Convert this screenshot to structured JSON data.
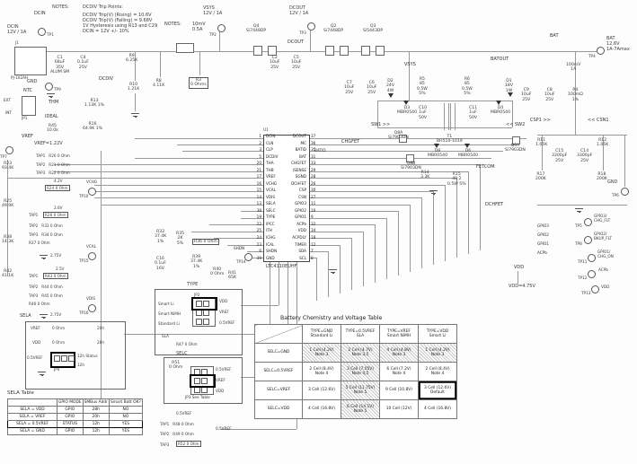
{
  "notes": {
    "heading": "NOTES:",
    "sub": "DCDIV Trip Points:",
    "lines": [
      "DCDIV Trip(V) (Rising) = 10.6V",
      "DCDIV Trip(V) (Falling) = 9.68V",
      "1V Hysteresis using R13 and C29",
      "DCIN = 12V +/- 10%"
    ],
    "heading2": "NOTES:",
    "lines2": [
      "10mV",
      "0.5A"
    ]
  },
  "nets": {
    "dcin": "DCIN",
    "dcdiv": "DCDIV",
    "dcout": "DCOUT",
    "vsys": "VSYS",
    "batout": "BATOUT",
    "bat": "BAT",
    "ntc": "NTC",
    "ext": "EXT",
    "int": "INT",
    "jp1": "JP1",
    "thm": "THM",
    "ideal": "IDEAL",
    "vref": "VREF",
    "vref_val": "VREF=1.22V",
    "sw1": "SW1 >>",
    "sw2": "<< SW2",
    "chgfet": "CHGFET",
    "dchfet": "DCHFET",
    "fetcom": "FETCOM",
    "batid": "BATID",
    "csp1": "CSP1 >>",
    "csn1": "<< CSN1",
    "gpio3": "GPIO3",
    "gpio2": "GPIO2",
    "gpio1": "GPIO1",
    "acpb": "ACPb",
    "vdd": "VDD",
    "vdd_val": "VDD=4.75V",
    "halfvref": "0.5VREF",
    "gnd": "GND",
    "sela": "SELA",
    "shdn": "SHDN"
  },
  "tps": {
    "tp1": "TP1",
    "tp2": "TP2",
    "tp3": "TP3",
    "tp4": "TP4",
    "tp5": "TP5",
    "tp6": "TP6",
    "tp7": "TP7",
    "tp8": "TP8",
    "tp9": "TP9",
    "tp10": "TP10",
    "tp11": "TP11",
    "tp12": "TP12",
    "tp13": "TP13",
    "tp14": "TP14",
    "tp15": "TP15",
    "tp16": "TP16"
  },
  "tp_labels": {
    "dcin": "DCIN\n12V / 1A",
    "vsys": "VSYS\n12V / 1A",
    "dcout": "DCOUT\n12V / 1A",
    "bat": "BAT\n12.6V\n1A-7Amax",
    "gnd_in": "GND",
    "gnd_out": "GND",
    "gpio3": "GPIO3/\nCHG_FLT",
    "gpio2": "GPIO2/\nBKUP_FLT",
    "gpio1": "GPIO1/\nCHG_ON",
    "acpb": "ACPb",
    "vdd": "VDD",
    "vchg": "VCHG",
    "vcal": "VCAL",
    "vdis": "VDIS"
  },
  "parts": {
    "j1": "J1",
    "j1_part": "PJ-102AH",
    "c1": "C1\n68uF\n35V\nALUM SM",
    "c4": "C4\n0.1uF\n25V",
    "r9": "R9\n6.25K",
    "r10": "R10\n1.21K",
    "r8": "R8\n4.11K",
    "r3": "R3\n0 Ohms",
    "q4": "Q4\nSi7448DP",
    "q2": "Q2\nSi7448DP",
    "q3": "Q3\nSi5443DP",
    "c2": "C2\n10uF\n25V",
    "c5": "C5\n10uF\n25V",
    "c7": "C7\n10uF\n25V",
    "c6": "C6\n10uF\n25V",
    "d2": "D2\n24V\n4W",
    "r5": "R5\n85\n0.5W\n5%",
    "r6": "R6\n85\n0.5W\n5%",
    "d3": "D3\nMBR0540",
    "c10": "C10\n1uF\n50V",
    "t1": "T1\nBH510-1019",
    "c11": "C11\n1uF\n50V",
    "d4": "D4\nMBR0540",
    "d1": "D1\n18V\n1W",
    "c9": "C9\n10uF\n25V",
    "c8": "C8\n10uF\n25V",
    "sense_note": "100mV\n1A",
    "r4": "R4\n100mΩ\n1%",
    "q8a": "Q8A\nSi7903DN",
    "q8b": "Q8B\nSi7903DN",
    "q9a": "Q9A\nSi7903DN",
    "d8": "D8\nMBR0540",
    "d6": "D6\nMBR0540",
    "r14c": "R14\n3.3K",
    "r15": "R15\n40.2\n0.5W 5%",
    "r11": "R11\n1.05K",
    "r12": "R12\n1.05K",
    "c15": "C15\n3300pF\n25V",
    "c14": "C14\n3300pF\n25V",
    "r17": "R17\n200K",
    "r18": "R18\n200K",
    "r13": "R13\n1.13K 1%",
    "r16": "R16\n64.9K 1%",
    "r45n": "R45\n10.0k",
    "r23": "R23\n93.4K",
    "r25": "R25\n49.9K",
    "r38": "R38\n14.3K",
    "r42": "R42\n41.1K",
    "r32": "R32\n37.4K\n1%",
    "r35": "R35\n2K\n5%",
    "c16": "C16\n0.1uF\n16V",
    "r36": "R36 0 Ohm",
    "r39": "R39\n37.4K\n1%",
    "r40": "R40\n0 Ohm",
    "r41": "R41\n65K"
  },
  "ladders": {
    "vchg": {
      "rows": [
        "TAP1   R20 0 Ohm",
        "TAP2   R21 0 Ohm",
        "TAP3   R22 0 Ohm"
      ],
      "box_label": "4.2V",
      "box": "R24 0 Ohm"
    },
    "vcal": {
      "box_label": "2.6V",
      "box": "R26 0 Ohm",
      "tap": "TAP1",
      "rows": [
        "TAP2   R33 0 Ohm",
        "TAP3   R34 0 Ohm",
        "R37 0 Ohm"
      ],
      "gnd": "2.75V"
    },
    "vdis": {
      "box_label": "2.5V",
      "box": "R43 0 Ohm",
      "tap": "TAP1",
      "rows": [
        "TAP2   R44 0 Ohm",
        "TAP3   R45 0 Ohm",
        "R46 0 Ohm"
      ],
      "gnd": "2.75V"
    },
    "half": {
      "title": "0.5VREF",
      "rows": [
        "TAP1   R48 0 Ohm",
        "TAP2   R49 0 Ohm"
      ],
      "tap": "TAP3",
      "box": "R52 0 Ohm",
      "net": "0.5VREF"
    }
  },
  "jumper_sela": {
    "caption": "SELA",
    "row1_l": "VREF",
    "row1_m": "0 Ohm",
    "row1_r": "20h",
    "row2_l": "VDD",
    "row2_m": "0 Ohm",
    "row2_r": "28h",
    "sel_l": "0.5VREF",
    "jp": "JP4",
    "sel_r1": "12h Status",
    "sel_r2": "12h"
  },
  "jumper_type": {
    "caption": "TYPE",
    "jp": "JP2",
    "left": [
      "Smart Li",
      "Smart NiMH",
      "Standard Li"
    ],
    "sla": "SLA",
    "r47": "R47 0 Ohm",
    "right": [
      "VDD",
      "VREF",
      "0.5VREF"
    ]
  },
  "jumper_selc": {
    "caption": "SELC",
    "jp": "JP3",
    "r51": "R51\n0 Ohm",
    "right": [
      "0.5VREF",
      "VREF",
      "VDD"
    ],
    "note": "JP3   See Table"
  },
  "sela_table": {
    "caption": "SELA Table",
    "headers": [
      "",
      "GPIO MODE",
      "SMBus Addr",
      "Smart Batt OK?"
    ],
    "rows": [
      {
        "c": [
          "SELA = VDD",
          "GPIO",
          "28h",
          "NO"
        ],
        "bold": false
      },
      {
        "c": [
          "SELA = VREF",
          "GPIO",
          "20h",
          "NO"
        ],
        "bold": false
      },
      {
        "c": [
          "SELA = 0.5VREF",
          "STATUS",
          "12h",
          "YES"
        ],
        "bold": true
      },
      {
        "c": [
          "SELA = GND",
          "GPIO",
          "12h",
          "YES"
        ],
        "bold": false
      }
    ]
  },
  "battery_table": {
    "title": "Battery Chemistry and Voltage Table",
    "col_headers": [
      "TYPE=GND\nStandard Li",
      "TYPE=0.5VREF\nSLA",
      "TYPE=VREF\nSmart NiMH",
      "TYPE=VDD\nSmart Li"
    ],
    "rows": [
      {
        "label": "SELC=GND",
        "cells": [
          {
            "t": "1 Cell (4.2V)",
            "n": "Note 3",
            "h": 1
          },
          {
            "t": "2 Cell (4.7V)",
            "n": "Note 3,5",
            "h": 1
          },
          {
            "t": "4 Cell (4.8V)",
            "n": "Note 3",
            "h": 1
          },
          {
            "t": "1 Cell (4.2V)",
            "n": "Note 3",
            "h": 1
          }
        ]
      },
      {
        "label": "SELC=0.5VREF",
        "cells": [
          {
            "t": "2 Cell (8.4V)",
            "n": "Note 4"
          },
          {
            "t": "3 Cell (7.05V)",
            "n": "Note 4,5",
            "h": 1
          },
          {
            "t": "6 Cell (7.2V)",
            "n": "Note 4"
          },
          {
            "t": "2 Cell (8.4V)",
            "n": "Note 4"
          }
        ]
      },
      {
        "label": "SELC=VREF",
        "cells": [
          {
            "t": "3 Cell (12.6V)",
            "n": ""
          },
          {
            "t": "5 Cell (11.75V)",
            "n": "Note 5",
            "h": 1
          },
          {
            "t": "9 Cell (10.8V)",
            "n": ""
          },
          {
            "t": "3 Cell (12.6V)",
            "n": "Default",
            "b": 1
          }
        ]
      },
      {
        "label": "SELC=VDD",
        "cells": [
          {
            "t": "4 Cell (16.8V)",
            "n": ""
          },
          {
            "t": "6 Cell (14.1V)",
            "n": "Note 5",
            "h": 1
          },
          {
            "t": "10 Cell (12V)",
            "n": ""
          },
          {
            "t": "4 Cell (16.8V)",
            "n": ""
          }
        ]
      }
    ]
  },
  "ic": {
    "ref": "U1",
    "part": "LTC4110EUHF",
    "left": [
      [
        "1",
        "DCIN"
      ],
      [
        "2",
        "CLN"
      ],
      [
        "3",
        "CLP"
      ],
      [
        "5",
        "DCDIV"
      ],
      [
        "20",
        "THA"
      ],
      [
        "21",
        "THB"
      ],
      [
        "17",
        "VREF"
      ],
      [
        "16",
        "VCHG"
      ],
      [
        "15",
        "VCAL"
      ],
      [
        "14",
        "VDIS"
      ],
      [
        "13",
        "SELA"
      ],
      [
        "38",
        "SELC"
      ],
      [
        "19",
        "TYPE"
      ],
      [
        "22",
        "IPCC"
      ],
      [
        "25",
        "ITH"
      ],
      [
        "24",
        "ICHG"
      ],
      [
        "23",
        "ICAL"
      ],
      [
        "6",
        "SHDN"
      ],
      [
        "39",
        "GND"
      ]
    ],
    "right": [
      [
        "37",
        "DCOUT"
      ],
      [
        "36",
        "MC"
      ],
      [
        "35",
        "BATID"
      ],
      [
        "31",
        "BAT"
      ],
      [
        "33",
        "CHGFET"
      ],
      [
        "29",
        "ISENSE"
      ],
      [
        "28",
        "SGND"
      ],
      [
        "26",
        "DCHFET"
      ],
      [
        "30",
        "CSP"
      ],
      [
        "27",
        "CSN"
      ],
      [
        "11",
        "GPIO3"
      ],
      [
        "10",
        "GPIO2"
      ],
      [
        "9",
        "GPIO1"
      ],
      [
        "32",
        "ACPb"
      ],
      [
        "34",
        "VDD"
      ],
      [
        "18",
        "ACPDLY"
      ],
      [
        "12",
        "TIMER"
      ],
      [
        "7",
        "SDA"
      ],
      [
        "8",
        "SCL"
      ]
    ]
  }
}
